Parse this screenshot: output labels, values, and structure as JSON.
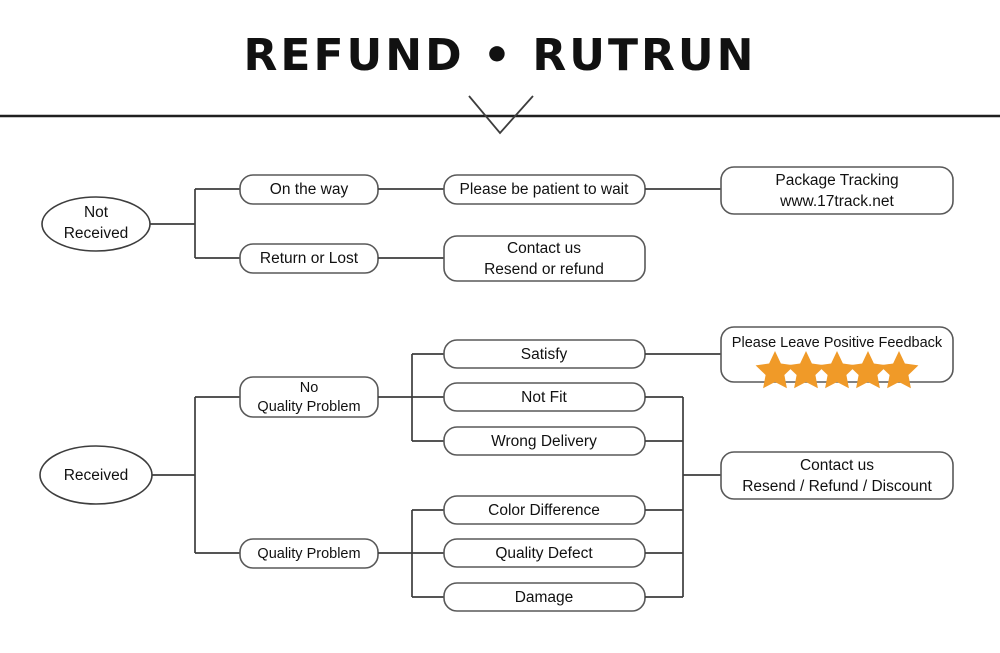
{
  "header": {
    "title": "REFUND • RUTRUN",
    "divider_icon": "horizontal-rule",
    "chevron_icon": "chevron-down-icon"
  },
  "colors": {
    "star": "#F09A28",
    "box_stroke": "#595959",
    "connector": "#3D3D3D",
    "text": "#111111",
    "background": "#FFFFFF"
  },
  "flow": {
    "not_received": {
      "root_label_line1": "Not",
      "root_label_line2": "Received",
      "branches": [
        {
          "label": "On the way",
          "next": "Please be patient to wait",
          "final_line1": "Package Tracking",
          "final_line2": "www.17track.net"
        },
        {
          "label": "Return or Lost",
          "final_line1": "Contact us",
          "final_line2": "Resend or refund"
        }
      ]
    },
    "received": {
      "root_label": "Received",
      "no_quality_problem": {
        "label_line1": "No",
        "label_line2": "Quality Problem",
        "children": [
          "Satisfy",
          "Not Fit",
          "Wrong Delivery"
        ]
      },
      "quality_problem": {
        "label": "Quality Problem",
        "children": [
          "Color Difference",
          "Quality Defect",
          "Damage"
        ]
      },
      "feedback": {
        "label": "Please Leave Positive Feedback",
        "stars": 5,
        "star_icon": "star-icon"
      },
      "contact": {
        "line1": "Contact us",
        "line2": "Resend / Refund / Discount"
      }
    }
  }
}
